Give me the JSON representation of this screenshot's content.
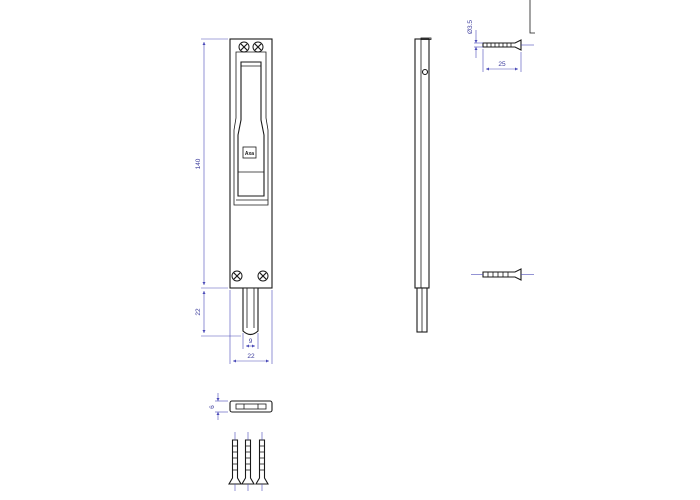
{
  "dimensions": {
    "overall_length": "140",
    "pin_extension": "22",
    "pin_width": "9",
    "body_width": "22",
    "body_thickness": "6",
    "screw_diameter": "Ø3.5",
    "screw_length": "25"
  },
  "logo": "Axa"
}
